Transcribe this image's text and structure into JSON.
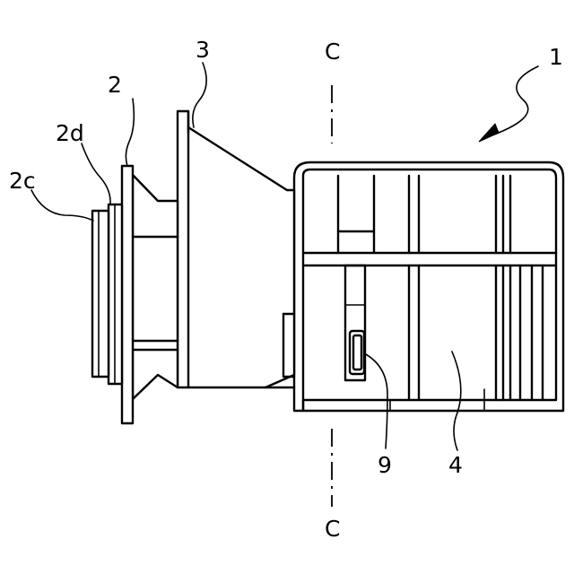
{
  "labels": {
    "assembly": "1",
    "flange": "2",
    "flange_face": "2c",
    "flange_ring": "2d",
    "hopper": "3",
    "cage": "4",
    "handle": "9",
    "section_top": "C",
    "section_bottom": "C"
  },
  "colors": {
    "line": "#000000",
    "background": "#ffffff"
  }
}
